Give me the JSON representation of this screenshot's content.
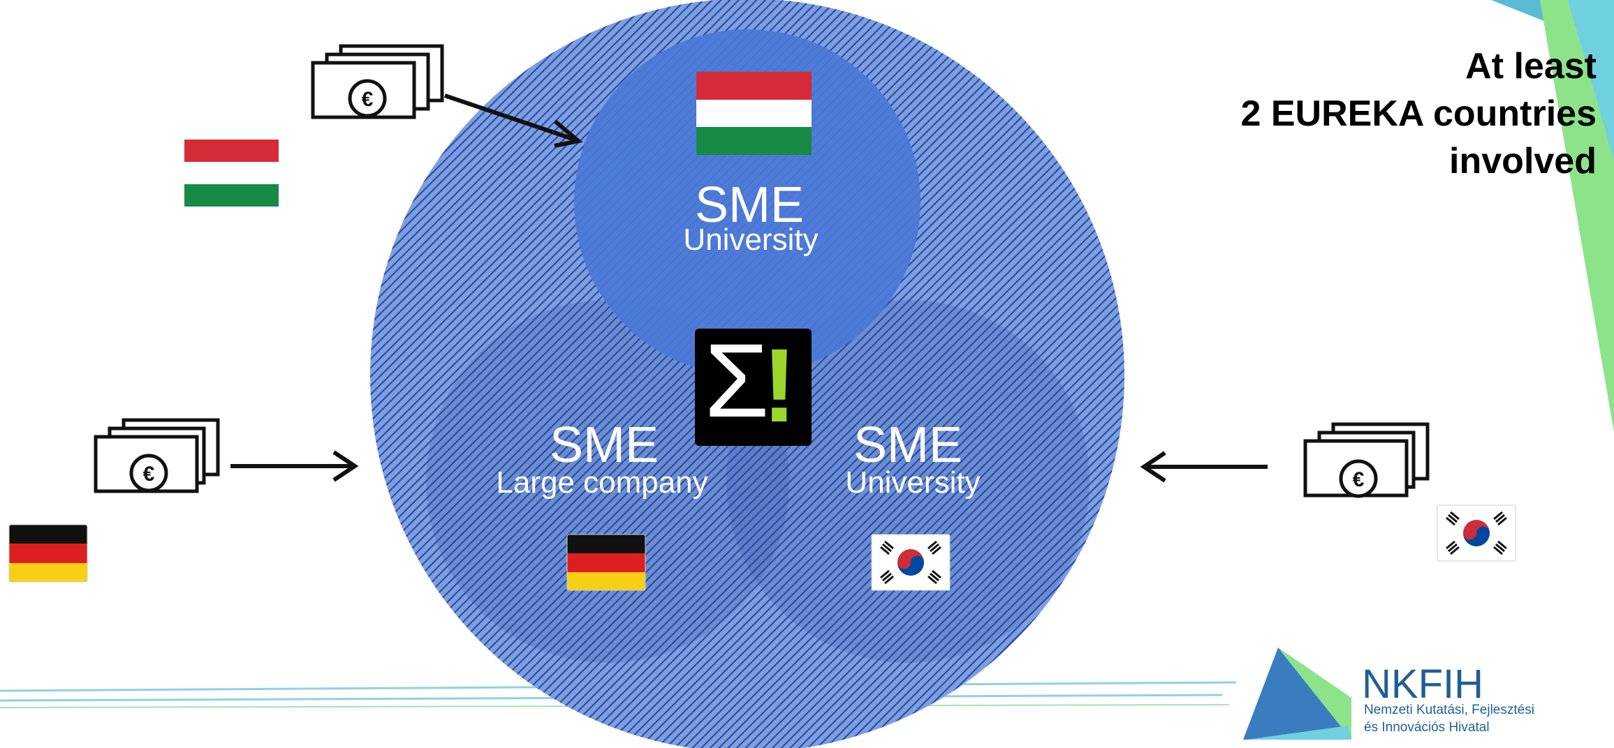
{
  "heading": {
    "line1": "At least",
    "line2": "2 EUREKA countries",
    "line3": "involved"
  },
  "circles": {
    "top": {
      "title": "SME",
      "subtitle": "University",
      "flag": "hungary-flag"
    },
    "left": {
      "title": "SME",
      "subtitle": "Large company",
      "flag": "germany-flag"
    },
    "right": {
      "title": "SME",
      "subtitle": "University",
      "flag": "south-korea-flag"
    }
  },
  "funders": {
    "hungary": {
      "icon": "euro-banknotes-icon",
      "flag": "hungary-flag",
      "currency_symbol": "€"
    },
    "germany": {
      "icon": "euro-banknotes-icon",
      "flag": "germany-flag",
      "currency_symbol": "€"
    },
    "korea": {
      "icon": "euro-banknotes-icon",
      "flag": "south-korea-flag",
      "currency_symbol": "€"
    }
  },
  "eureka_logo": {
    "icon": "eureka-sigma-logo",
    "glyph": "Σ",
    "accent": "!"
  },
  "branding": {
    "name": "NKFIH",
    "tagline_line1": "Nemzeti Kutatási, Fejlesztési",
    "tagline_line2": "és Innovációs Hivatal"
  },
  "colors": {
    "circle_blue": "#3d6fd1",
    "hatch_blue": "#1f4aa8",
    "nkfih_teal": "#3a7dbf",
    "accent_green": "#8de38a",
    "accent_cyan": "#6fd0e0",
    "eureka_green": "#9bd72b"
  }
}
